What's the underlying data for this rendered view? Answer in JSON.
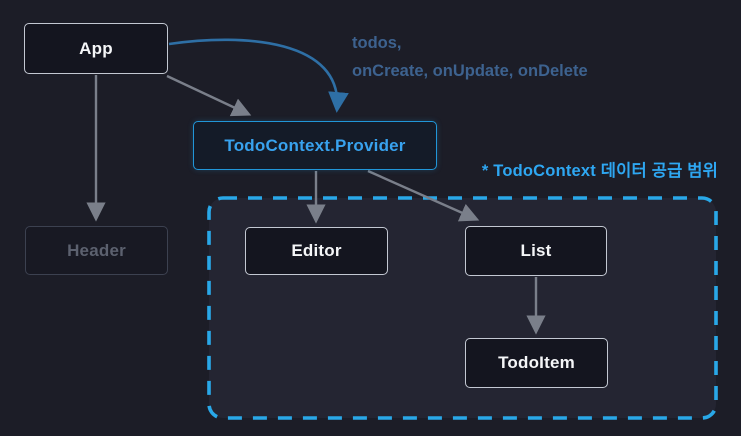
{
  "diagram": {
    "kind": "react-component-tree",
    "colors": {
      "background": "#1c1d27",
      "scope_background": "#242532",
      "scope_dash_blue": "#29a8e8",
      "node_border": "#c3c8d2",
      "node_background": "#14151f",
      "node_text": "#f5f6f8",
      "dimmed_border": "#3c4150",
      "dimmed_text": "#5c616f",
      "provider_border_blue": "#2196d8",
      "provider_text_blue": "#38a2ee",
      "accent_blue": "#2ea7f2",
      "muted_steel_blue": "#3d628f",
      "arrow_gray": "#7a7f8a",
      "arrow_blue": "#2e6fa5"
    },
    "nodes": {
      "app": {
        "label": "App"
      },
      "header": {
        "label": "Header"
      },
      "provider": {
        "label": "TodoContext.Provider"
      },
      "editor": {
        "label": "Editor"
      },
      "list": {
        "label": "List"
      },
      "todo_item": {
        "label": "TodoItem"
      }
    },
    "edges": [
      "App -> Header",
      "App -> TodoContext.Provider (render)",
      "App -> TodoContext.Provider (context value, curved blue)",
      "TodoContext.Provider -> Editor",
      "TodoContext.Provider -> List",
      "List -> TodoItem"
    ],
    "annotations": {
      "context_props_line1": "todos,",
      "context_props_line2": "onCreate, onUpdate, onDelete",
      "scope_note": "* TodoContext 데이터 공급 범위"
    }
  }
}
